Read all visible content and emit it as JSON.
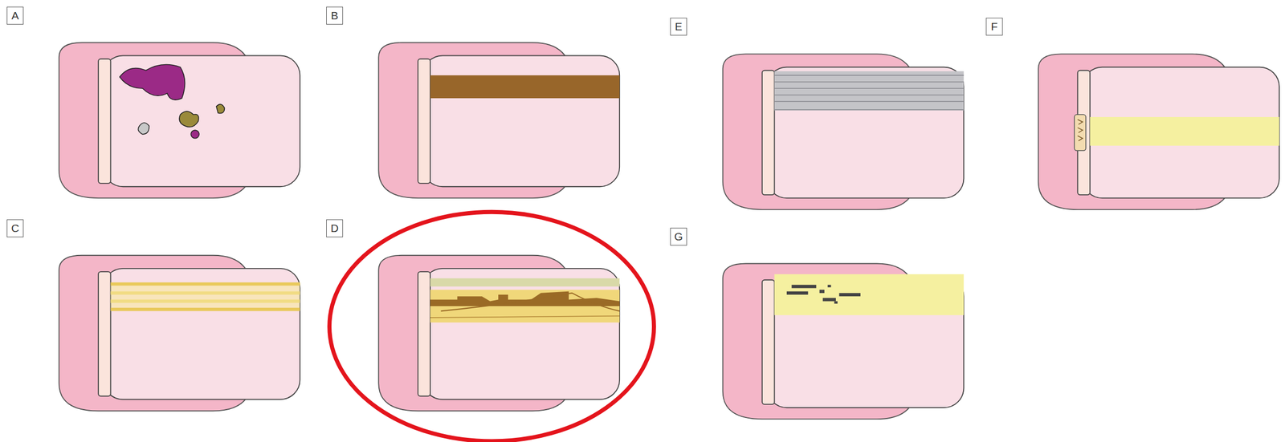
{
  "diagram": {
    "nodes": [
      {
        "text": [
          "A"
        ]
      },
      {
        "text": [
          "B"
        ]
      },
      {
        "text": [
          "E"
        ]
      },
      {
        "text": [
          "F"
        ]
      },
      {
        "text": [
          "C"
        ]
      },
      {
        "text": [
          "D"
        ]
      },
      {
        "text": [
          "G"
        ]
      }
    ]
  }
}
